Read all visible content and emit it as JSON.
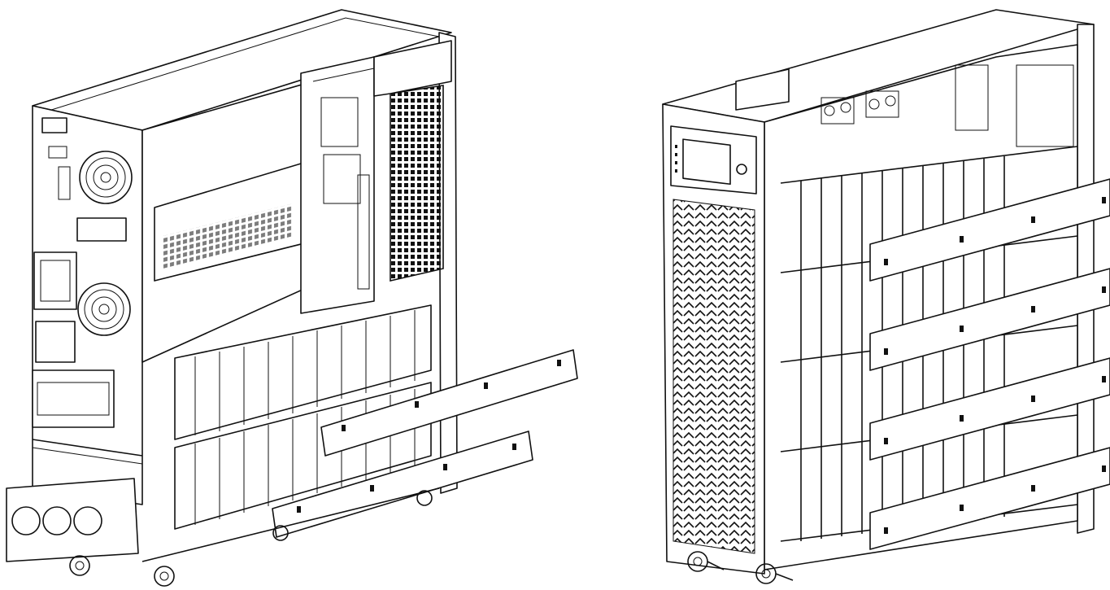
{
  "figure": {
    "views": [
      {
        "id": "left",
        "subject": "cabinet-open-side-battery-rails"
      },
      {
        "id": "right",
        "subject": "cabinet-front-display-battery-rails"
      }
    ],
    "colors": {
      "line": "#111111",
      "background": "#ffffff"
    }
  }
}
